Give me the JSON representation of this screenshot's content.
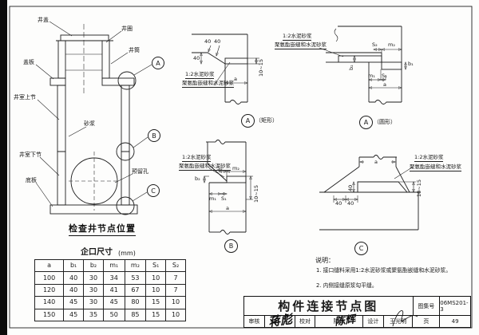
{
  "well": {
    "cover": "井盖",
    "ring": "井圈",
    "barrel": "井筒",
    "slab": "盖板",
    "upper": "井室上节",
    "mortar": "砂浆",
    "lower": "井室下节",
    "bottom": "底板",
    "hole": "预留孔",
    "caption": "检查井节点位置",
    "node_a": "A",
    "node_b": "B",
    "node_c": "C"
  },
  "table": {
    "title": "企口尺寸",
    "unit": "(mm)",
    "headers": [
      "a",
      "b₁",
      "b₂",
      "m₁",
      "m₂",
      "S₁",
      "S₂"
    ],
    "rows": [
      [
        "100",
        "40",
        "30",
        "34",
        "53",
        "10",
        "7"
      ],
      [
        "120",
        "40",
        "30",
        "41",
        "67",
        "10",
        "7"
      ],
      [
        "140",
        "45",
        "30",
        "45",
        "80",
        "15",
        "10"
      ],
      [
        "150",
        "45",
        "35",
        "50",
        "85",
        "15",
        "10"
      ]
    ]
  },
  "mat": {
    "m1": "1:2水泥砂浆",
    "m2": "聚氨酯嵌缝和水泥砂浆"
  },
  "da": {
    "letter": "A",
    "kind": "（矩形）",
    "d40": "40",
    "r": "10~15",
    "a": "a"
  },
  "dar": {
    "letter": "A",
    "kind": "（圆形）",
    "s2": "S₂",
    "m2": "m₂",
    "b2": "b₂",
    "m1": "m₁",
    "s1": "S₁",
    "a": "a",
    "b1": "b₁"
  },
  "db": {
    "letter": "B",
    "s2": "S₂",
    "m2": "m₂",
    "b2": "b₂",
    "m1": "m₁",
    "s1": "S₁",
    "a": "a",
    "r": "10~15"
  },
  "dc": {
    "letter": "C",
    "a": "a",
    "v40": "40",
    "b40a": "40",
    "b40b": "40",
    "r": "10~15"
  },
  "notes": {
    "heading": "说明：",
    "item1": "1. 接口缝料采用1:2水泥砂浆或聚氨酯嵌缝和水泥砂浆。",
    "item2": "2. 内侧接缝原浆勾平缝。"
  },
  "titleblock": {
    "title": "构件连接节点图",
    "atlas_label": "图集号",
    "atlas_no": "06MS201-3",
    "page_label": "页",
    "page_no": "49",
    "review_label": "审核",
    "review_sig": "蒋彪",
    "check_label": "校对",
    "check_name": "陈辉",
    "check_sig": "陈辉",
    "design_label": "设计",
    "design_name": "王光明"
  }
}
